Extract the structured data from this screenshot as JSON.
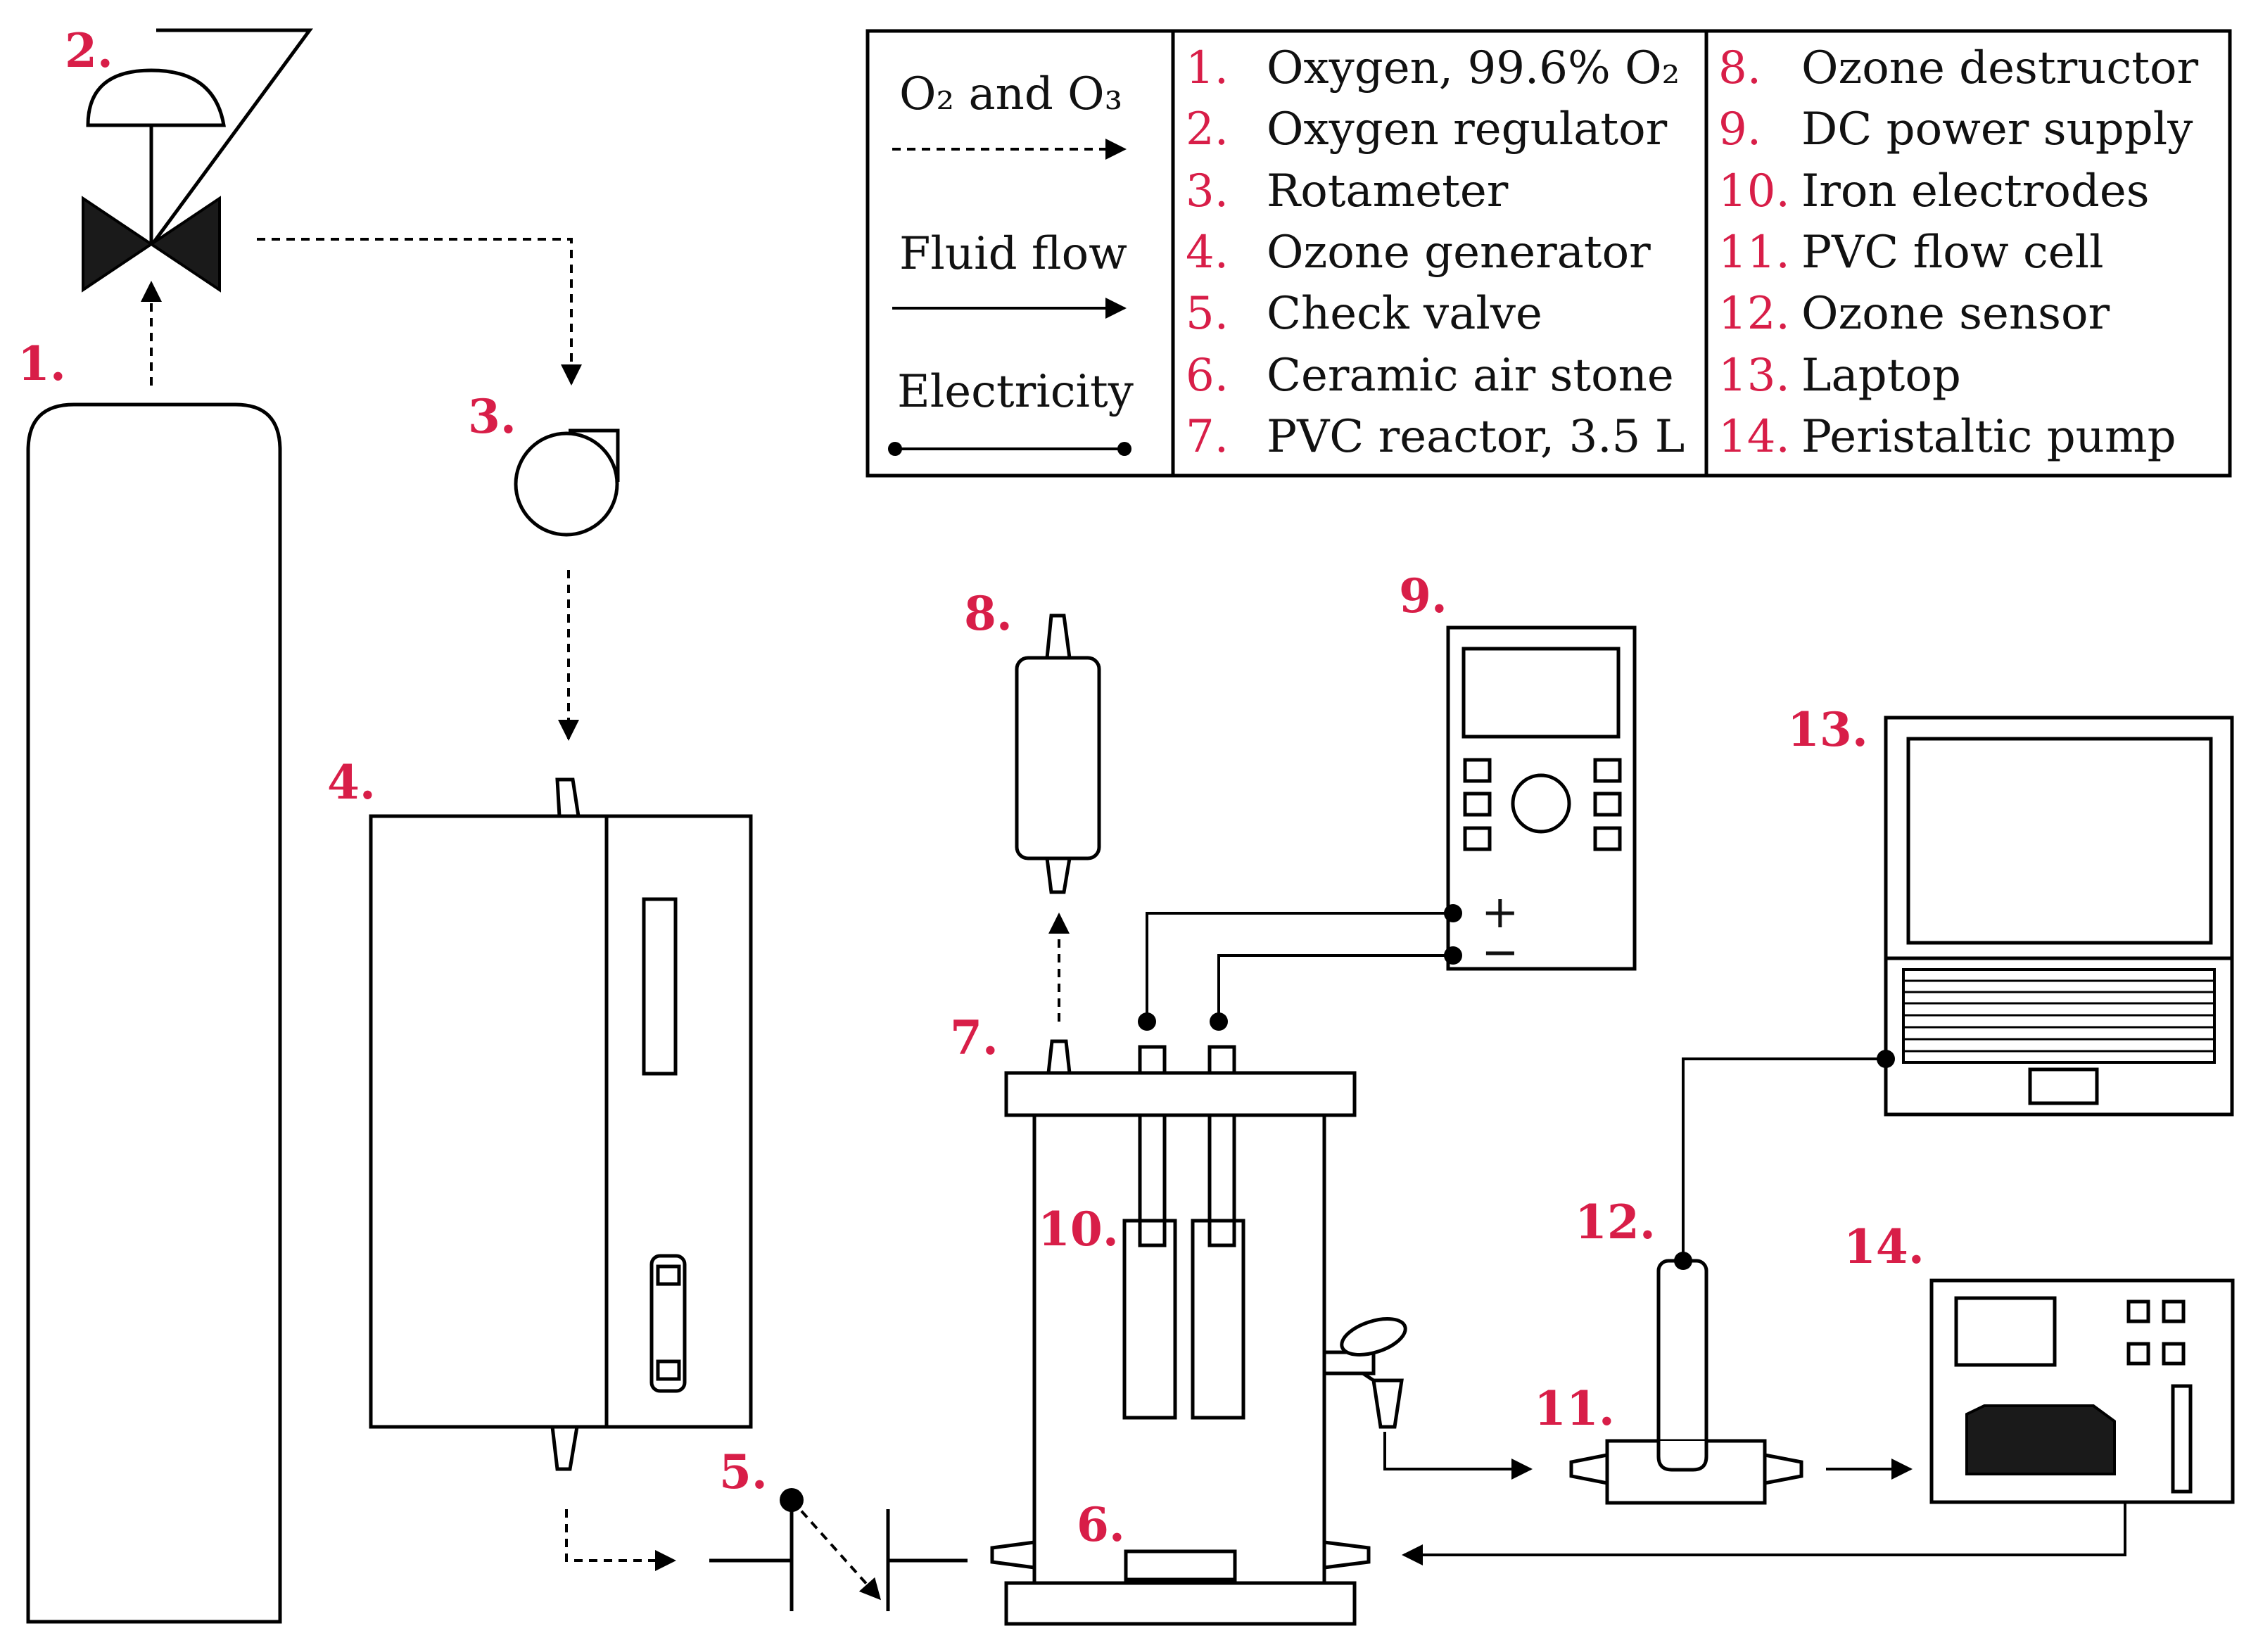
{
  "colors": {
    "accent": "#d81e48",
    "stroke": "#000000",
    "background": "#ffffff"
  },
  "legend": {
    "flow_types": [
      {
        "label": "O₂ and O₃",
        "line": "dashed-arrow"
      },
      {
        "label": "Fluid flow",
        "line": "solid-arrow"
      },
      {
        "label": "Electricity",
        "line": "dot-ended"
      }
    ],
    "items": [
      {
        "num": "1.",
        "label": "Oxygen, 99.6% O₂"
      },
      {
        "num": "2.",
        "label": "Oxygen regulator"
      },
      {
        "num": "3.",
        "label": "Rotameter"
      },
      {
        "num": "4.",
        "label": "Ozone generator"
      },
      {
        "num": "5.",
        "label": "Check valve"
      },
      {
        "num": "6.",
        "label": "Ceramic air stone"
      },
      {
        "num": "7.",
        "label": "PVC reactor, 3.5 L"
      },
      {
        "num": "8.",
        "label": "Ozone destructor"
      },
      {
        "num": "9.",
        "label": "DC power supply"
      },
      {
        "num": "10.",
        "label": "Iron electrodes"
      },
      {
        "num": "11.",
        "label": "PVC flow cell"
      },
      {
        "num": "12.",
        "label": "Ozone sensor"
      },
      {
        "num": "13.",
        "label": "Laptop"
      },
      {
        "num": "14.",
        "label": "Peristaltic pump"
      }
    ]
  },
  "markers": [
    "1.",
    "2.",
    "3.",
    "4.",
    "5.",
    "6.",
    "7.",
    "8.",
    "9.",
    "10.",
    "11.",
    "12.",
    "13.",
    "14."
  ],
  "terminals": {
    "positive": "+",
    "negative": "−"
  }
}
